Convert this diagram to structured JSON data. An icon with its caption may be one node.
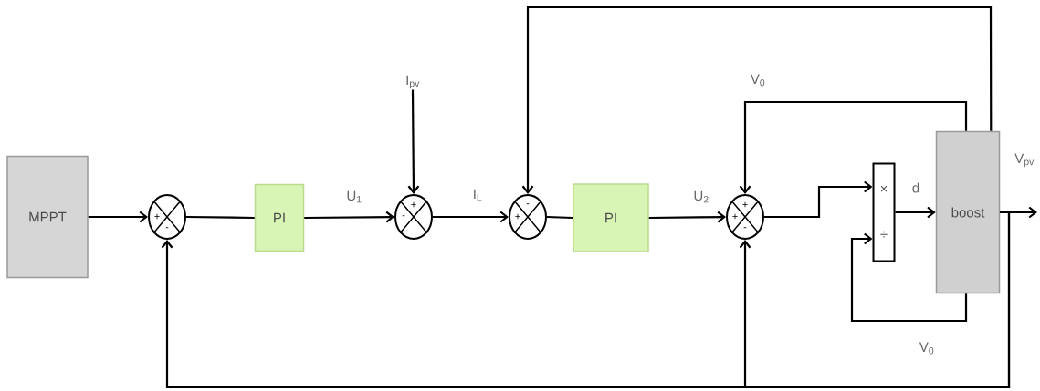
{
  "diagram": {
    "nodes": [
      {
        "text": [
          "MPPT"
        ]
      },
      {
        "text": [
          "+",
          "-"
        ]
      },
      {
        "text": [
          "PI"
        ]
      },
      {
        "text": [
          "+",
          "-"
        ]
      },
      {
        "text": [
          "I$_{pv}$"
        ]
      },
      {
        "text": [
          "-",
          "+"
        ]
      },
      {
        "text": [
          "PI"
        ]
      },
      {
        "text": [
          "+",
          "+",
          "-"
        ]
      },
      {
        "text": [
          "×",
          "÷"
        ]
      },
      {
        "text": [
          "boost"
        ]
      }
    ],
    "edges": [
      {
        "from": 0,
        "to": 1,
        "arrow": "to"
      },
      {
        "from": 1,
        "to": 2,
        "arrow": "none"
      },
      {
        "from": 2,
        "to": 3,
        "arrow": "to",
        "label": "U$_{1}$"
      },
      {
        "from": 4,
        "to": 3,
        "arrow": "to"
      },
      {
        "from": 3,
        "to": 5,
        "arrow": "to",
        "label": "I$_{L}$"
      },
      {
        "from": 9,
        "to": 5,
        "arrow": "to"
      },
      {
        "from": 5,
        "to": 6,
        "arrow": "none"
      },
      {
        "from": 6,
        "to": 7,
        "arrow": "to",
        "label": "U$_{2}$"
      },
      {
        "from": 9,
        "to": 7,
        "arrow": "to",
        "label": "V$_{0}$"
      },
      {
        "from": 7,
        "to": 8,
        "arrow": "to"
      },
      {
        "from": 9,
        "to": 8,
        "arrow": "to",
        "label": "V$_{0}$"
      },
      {
        "from": 8,
        "to": 9,
        "arrow": "to",
        "label": "d"
      },
      {
        "from": 9,
        "to": null,
        "arrow": "to",
        "label": "V$_{pv}$"
      },
      {
        "from": 9,
        "to": 1,
        "arrow": "to"
      },
      {
        "from": 9,
        "to": 7,
        "arrow": "to"
      }
    ]
  }
}
